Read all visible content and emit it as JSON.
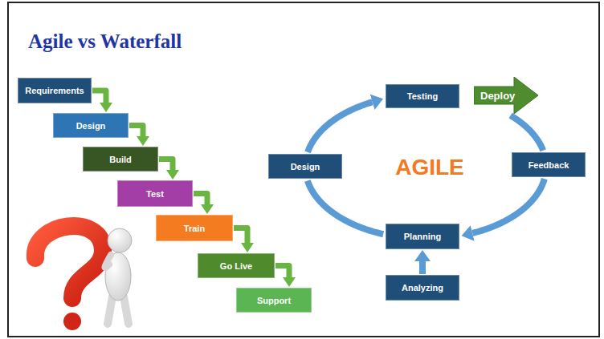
{
  "diagram": {
    "title": "Agile vs Waterfall",
    "nodes": [
      {
        "text": [
          "Requirements"
        ]
      },
      {
        "text": [
          "Design"
        ]
      },
      {
        "text": [
          "Build"
        ]
      },
      {
        "text": [
          "Test"
        ]
      },
      {
        "text": [
          "Train"
        ]
      },
      {
        "text": [
          "Go Live"
        ]
      },
      {
        "text": [
          "Support"
        ]
      },
      {
        "text": [
          "Testing"
        ]
      },
      {
        "text": [
          "Deploy"
        ]
      },
      {
        "text": [
          "Design"
        ]
      },
      {
        "text": [
          "Feedback"
        ]
      },
      {
        "text": [
          "Planning"
        ]
      },
      {
        "text": [
          "Analyzing"
        ]
      }
    ],
    "edges": [
      {
        "from": 0,
        "to": 1,
        "arrow": "to"
      },
      {
        "from": 1,
        "to": 2,
        "arrow": "to"
      },
      {
        "from": 2,
        "to": 3,
        "arrow": "to"
      },
      {
        "from": 3,
        "to": 4,
        "arrow": "to"
      },
      {
        "from": 4,
        "to": 5,
        "arrow": "to"
      },
      {
        "from": 5,
        "to": 6,
        "arrow": "to"
      },
      {
        "from": 8,
        "to": 10,
        "arrow": "none"
      },
      {
        "from": 10,
        "to": 11,
        "arrow": "to"
      },
      {
        "from": 11,
        "to": 9,
        "arrow": "none"
      },
      {
        "from": 9,
        "to": 7,
        "arrow": "to"
      },
      {
        "from": 12,
        "to": 11,
        "arrow": "to"
      }
    ],
    "labels": [
      "AGILE"
    ]
  }
}
